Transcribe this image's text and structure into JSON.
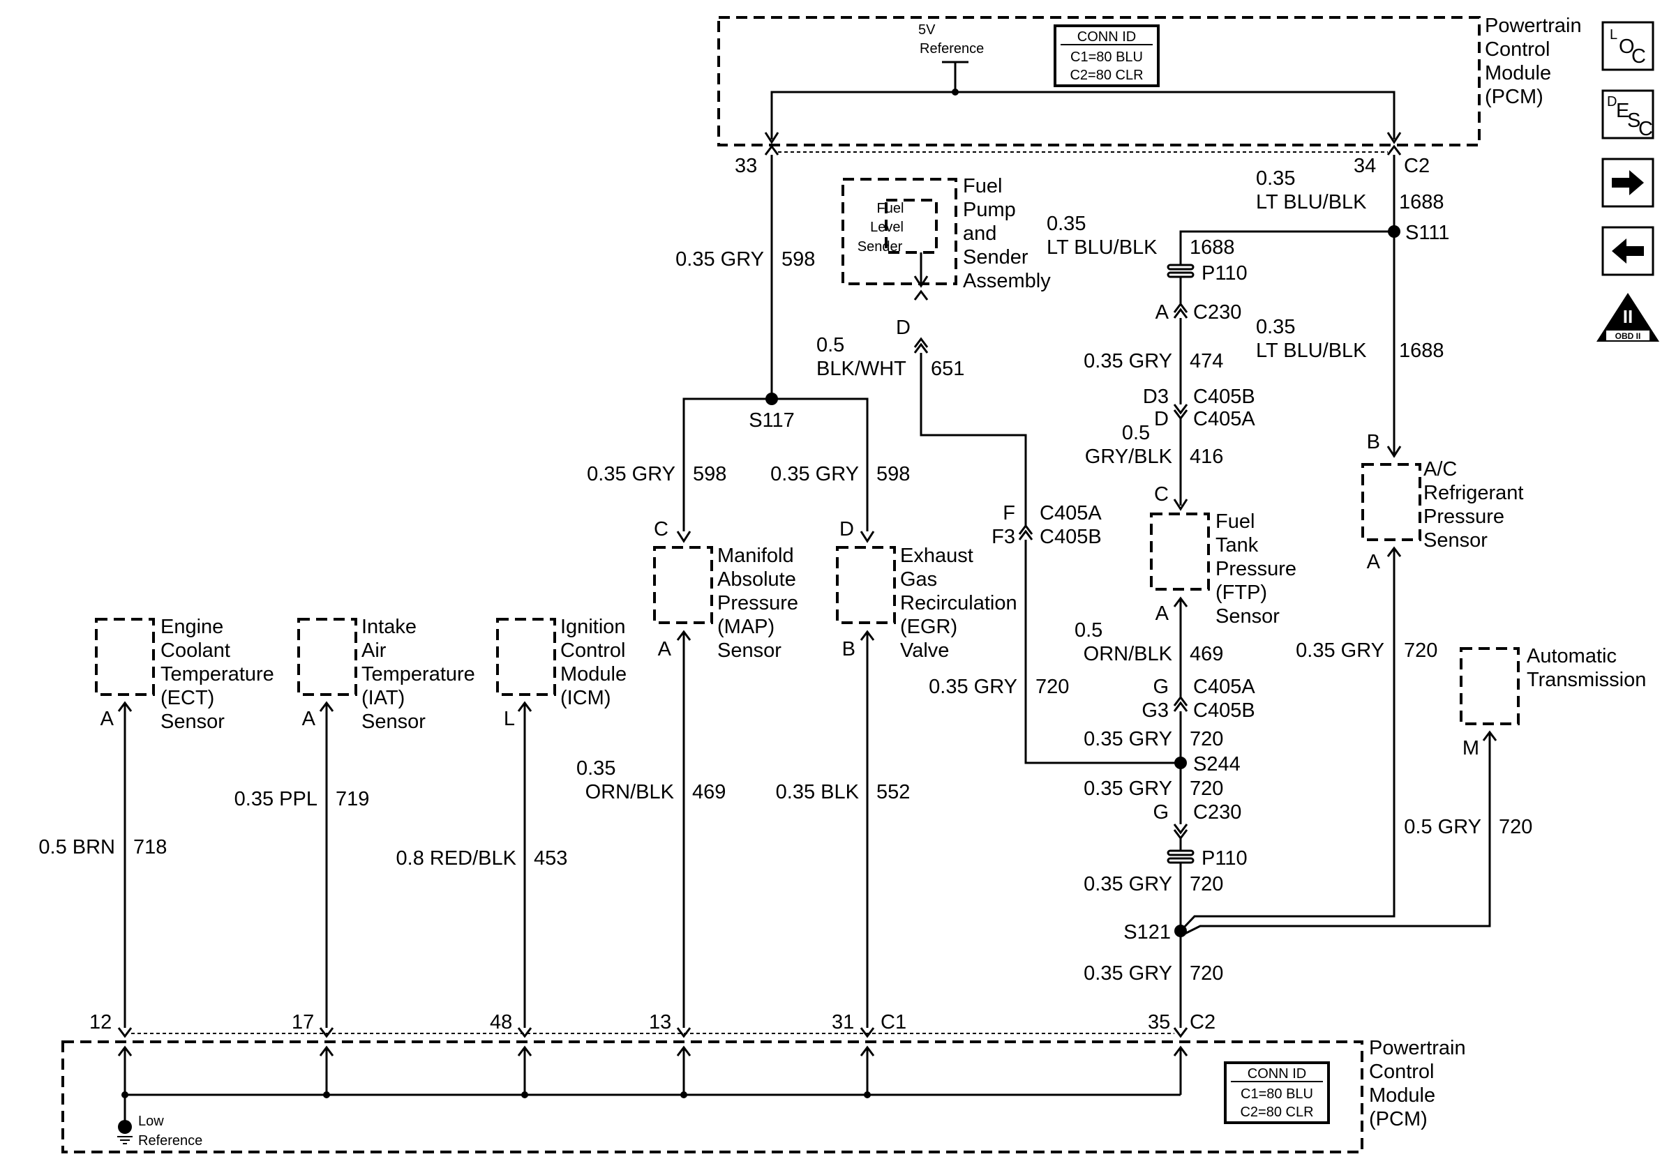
{
  "pcm_top": {
    "title_lines": [
      "Powertrain",
      "Control",
      "Module",
      "(PCM)"
    ],
    "ref_label_lines": [
      "5V",
      "Reference"
    ],
    "conn_id": {
      "title": "CONN ID",
      "c1": "C1=80 BLU",
      "c2": "C2=80 CLR"
    }
  },
  "pcm_bottom": {
    "title_lines": [
      "Powertrain",
      "Control",
      "Module",
      "(PCM)"
    ],
    "ref_label_lines": [
      "Low",
      "Reference"
    ],
    "conn_id": {
      "title": "CONN ID",
      "c1": "C1=80 BLU",
      "c2": "C2=80 CLR"
    }
  },
  "side_icons": {
    "loc": [
      "L",
      "O",
      "C"
    ],
    "desc": [
      "D",
      "E",
      "S",
      "C"
    ],
    "obd_numeral": "II",
    "obd_label": "OBD II"
  },
  "components": {
    "fuel_pump": {
      "label_lines": [
        "Fuel",
        "Pump",
        "and",
        "Sender",
        "Assembly"
      ],
      "inner_lines": [
        "Fuel",
        "Level",
        "Sender"
      ],
      "pin": "D"
    },
    "map": {
      "label_lines": [
        "Manifold",
        "Absolute",
        "Pressure",
        "(MAP)",
        "Sensor"
      ],
      "pin_top": "C",
      "pin_bottom": "A"
    },
    "egr": {
      "label_lines": [
        "Exhaust",
        "Gas",
        "Recirculation",
        "(EGR)",
        "Valve"
      ],
      "pin_top": "D",
      "pin_bottom": "B"
    },
    "ect": {
      "label_lines": [
        "Engine",
        "Coolant",
        "Temperature",
        "(ECT)",
        "Sensor"
      ],
      "pin": "A"
    },
    "iat": {
      "label_lines": [
        "Intake",
        "Air",
        "Temperature",
        "(IAT)",
        "Sensor"
      ],
      "pin": "A"
    },
    "icm": {
      "label_lines": [
        "Ignition",
        "Control",
        "Module",
        "(ICM)"
      ],
      "pin": "L"
    },
    "ftp": {
      "label_lines": [
        "Fuel",
        "Tank",
        "Pressure",
        "(FTP)",
        "Sensor"
      ],
      "pin_top": "C",
      "pin_bottom": "A"
    },
    "ac": {
      "label_lines": [
        "A/C",
        "Refrigerant",
        "Pressure",
        "Sensor"
      ],
      "pin_top": "B",
      "pin_bottom": "A"
    },
    "trans": {
      "label_lines": [
        "Automatic",
        "Transmission"
      ],
      "pin": "M"
    }
  },
  "pins": {
    "top_33": "33",
    "top_34": "34",
    "top_c2": "C2",
    "p12": "12",
    "p17": "17",
    "p48": "48",
    "p13": "13",
    "p31": "31",
    "c1": "C1",
    "p35": "35",
    "c2b": "C2"
  },
  "splices": {
    "s117": "S117",
    "s111": "S111",
    "s244": "S244",
    "s121": "S121"
  },
  "connectors": {
    "p110_top": "P110",
    "p110_bot": "P110",
    "c230_top_pin": "A",
    "c230_top": "C230",
    "c405b_pin": "D3",
    "c405b": "C405B",
    "c405a_pin": "D",
    "c405a": "C405A",
    "f_pin": "F",
    "f_c405a": "C405A",
    "f3_pin": "F3",
    "f3_c405b": "C405B",
    "g_pin": "G",
    "g_c405a": "C405A",
    "g3_pin": "G3",
    "g3_c405b": "C405B",
    "c230_bot_pin": "G",
    "c230_bot": "C230"
  },
  "wires": {
    "w598_main": {
      "label": "0.35 GRY",
      "circuit": "598"
    },
    "w598_map": {
      "label": "0.35 GRY",
      "circuit": "598"
    },
    "w598_egr": {
      "label": "0.35 GRY",
      "circuit": "598"
    },
    "w651": {
      "label_lines": [
        "0.5",
        "BLK/WHT"
      ],
      "circuit": "651"
    },
    "w1688_top": {
      "label_lines": [
        "0.35",
        "LT BLU/BLK"
      ],
      "circuit": "1688"
    },
    "w1688_p110": {
      "label_lines": [
        "0.35",
        "LT BLU/BLK"
      ],
      "circuit": "1688"
    },
    "w1688_ac": {
      "label_lines": [
        "0.35",
        "LT BLU/BLK"
      ],
      "circuit": "1688"
    },
    "w474": {
      "label": "0.35 GRY",
      "circuit": "474"
    },
    "w416": {
      "label_lines": [
        "0.5",
        "GRY/BLK"
      ],
      "circuit": "416"
    },
    "w469_ftp": {
      "label_lines": [
        "0.5",
        "ORN/BLK"
      ],
      "circuit": "469"
    },
    "w720_egrleft": {
      "label": "0.35 GRY",
      "circuit": "720"
    },
    "w720_s244_up": {
      "label": "0.35 GRY",
      "circuit": "720"
    },
    "w720_s244_down": {
      "label": "0.35 GRY",
      "circuit": "720"
    },
    "w720_p110": {
      "label": "0.35 GRY",
      "circuit": "720"
    },
    "w720_bottom": {
      "label": "0.35 GRY",
      "circuit": "720"
    },
    "w720_ac": {
      "label": "0.35 GRY",
      "circuit": "720"
    },
    "w720_trans": {
      "label": "0.5 GRY",
      "circuit": "720"
    },
    "w718": {
      "label": "0.5 BRN",
      "circuit": "718"
    },
    "w719": {
      "label": "0.35 PPL",
      "circuit": "719"
    },
    "w453": {
      "label": "0.8 RED/BLK",
      "circuit": "453"
    },
    "w469_map": {
      "label_lines": [
        "0.35",
        "ORN/BLK"
      ],
      "circuit": "469"
    },
    "w552": {
      "label": "0.35 BLK",
      "circuit": "552"
    }
  }
}
